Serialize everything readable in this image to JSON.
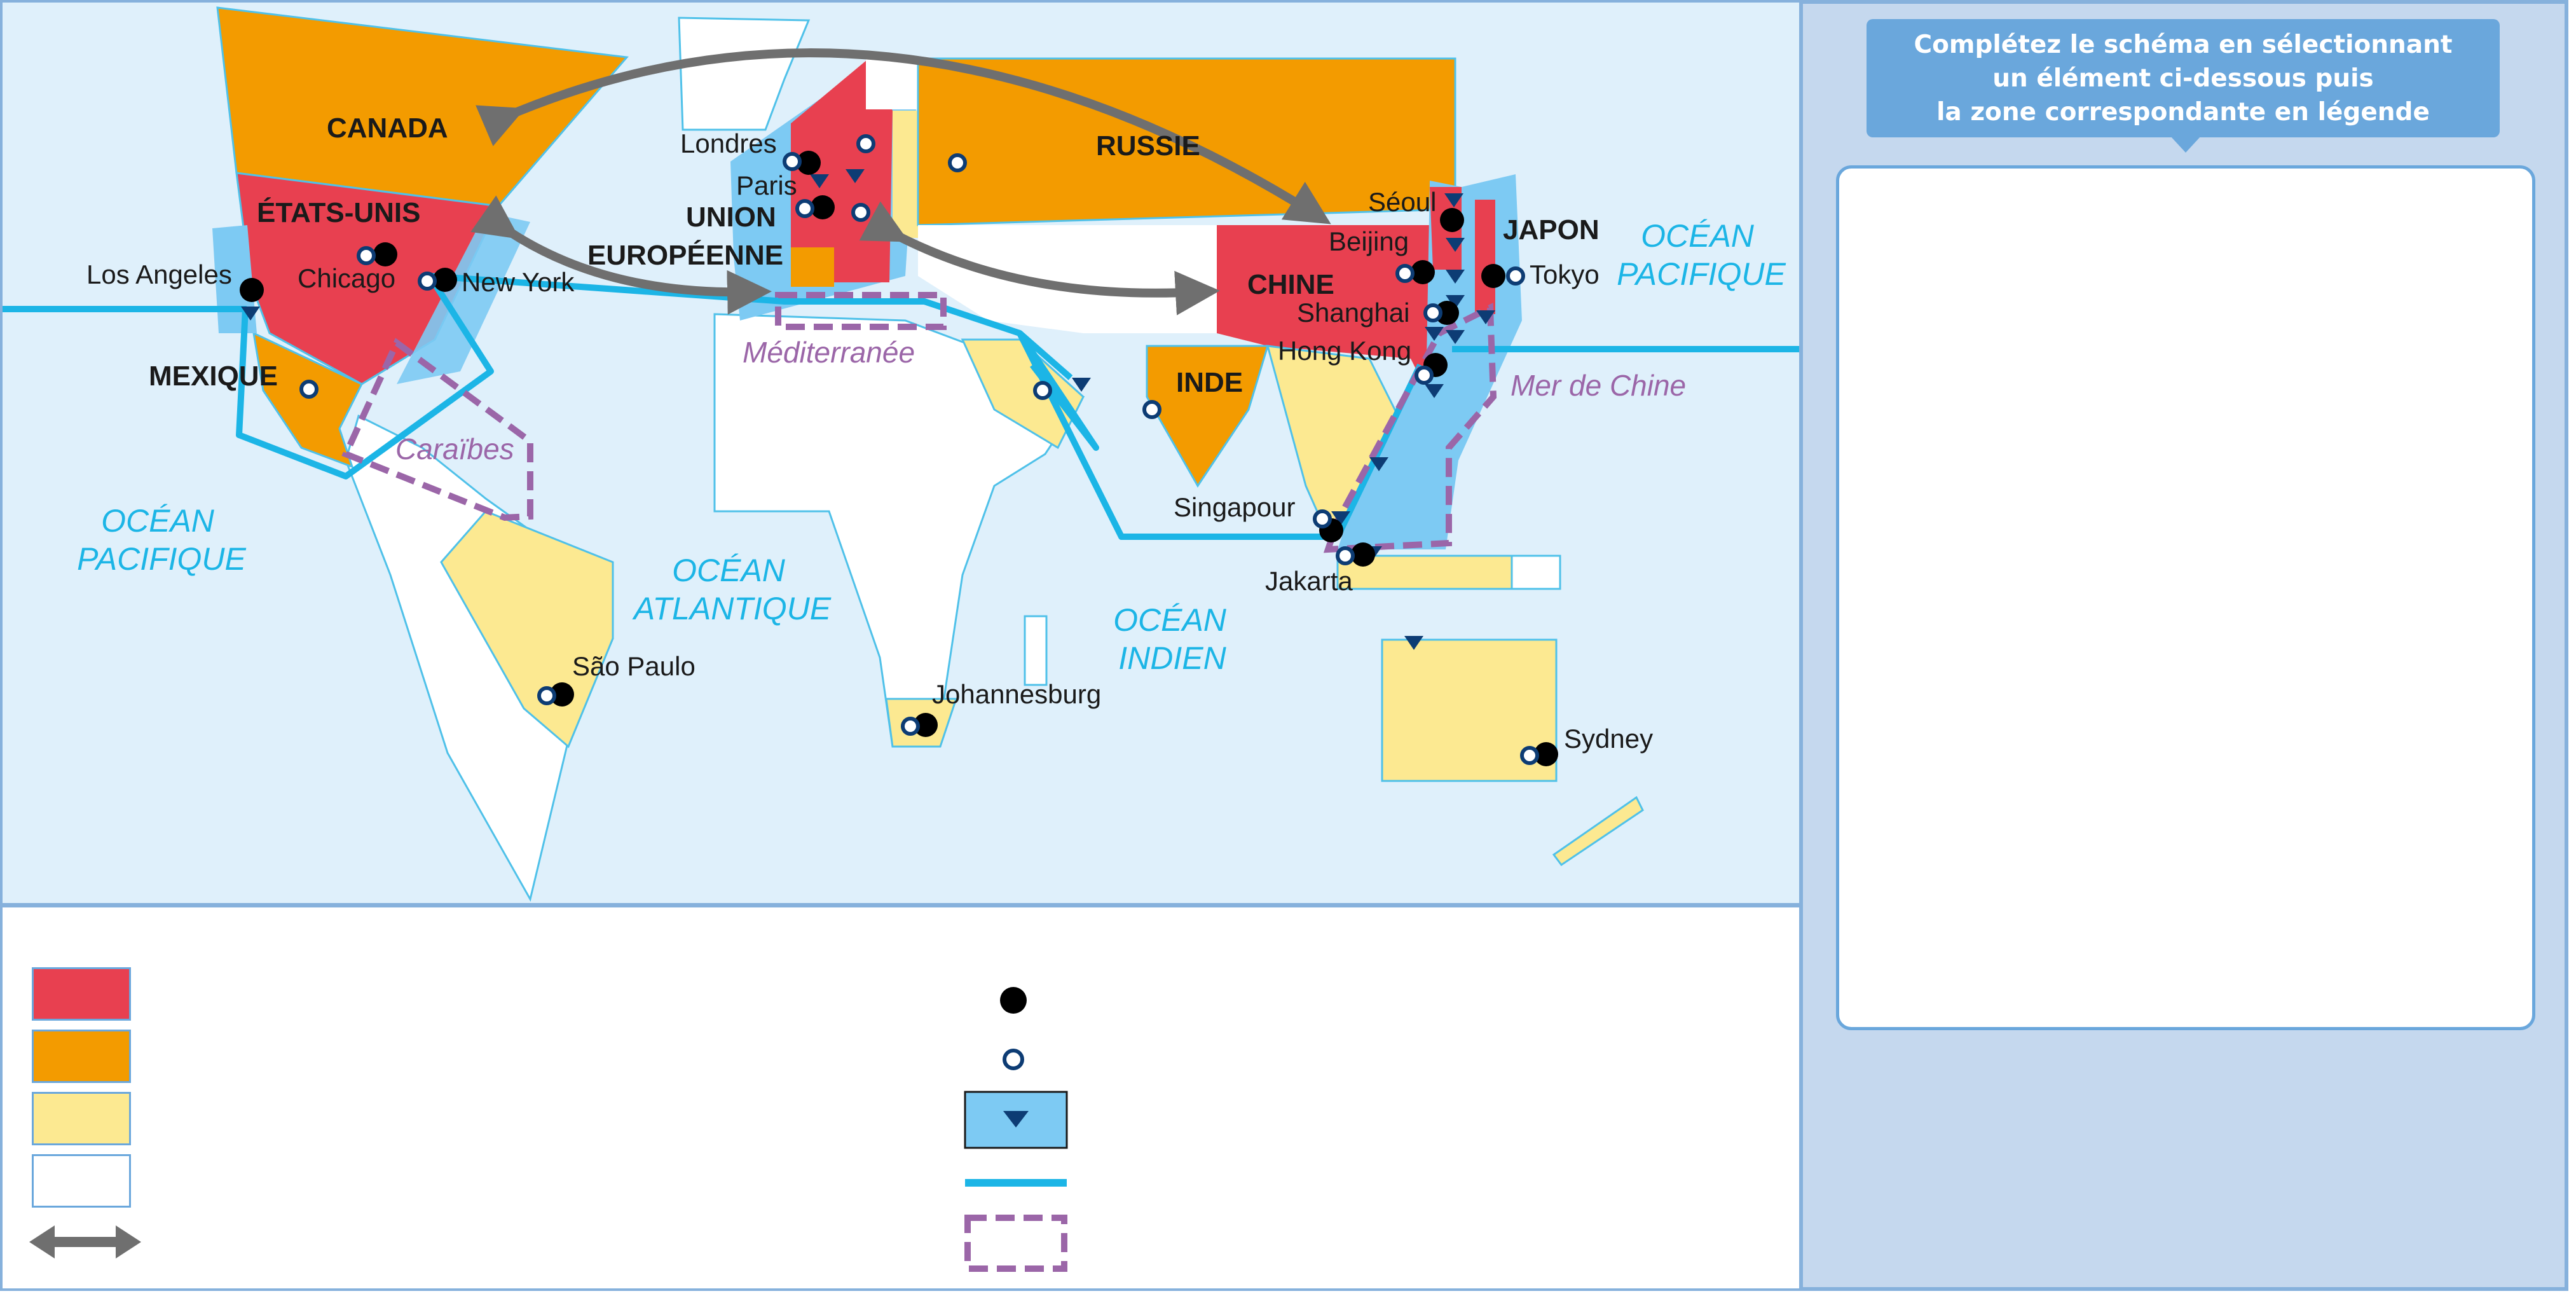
{
  "instruction": {
    "text": "Complétez le schéma en sélectionnant\nun élément ci-dessous puis\nla zone correspondante en légende"
  },
  "colors": {
    "ocean": "#dff0fb",
    "core_red": "#e84050",
    "major_orange": "#f39b00",
    "emerging_yellow": "#fce991",
    "periphery_white": "#ffffff",
    "facade_blue": "#7dcaf3",
    "route_blue": "#1cb5e6",
    "strait_purple": "#9b66a8",
    "flow_grey": "#6f6f6f",
    "port_navy": "#0d3c74"
  },
  "map": {
    "country_labels": {
      "canada": "CANADA",
      "usa": "ÉTATS-UNIS",
      "mexique": "MEXIQUE",
      "ue_line1": "UNION",
      "ue_line2": "EUROPÉENNE",
      "russie": "RUSSIE",
      "chine": "CHINE",
      "japon": "JAPON",
      "inde": "INDE"
    },
    "ocean_labels": {
      "pacific_west_1": "OCÉAN",
      "pacific_west_2": "PACIFIQUE",
      "atlantic_1": "OCÉAN",
      "atlantic_2": "ATLANTIQUE",
      "indian_1": "OCÉAN",
      "indian_2": "INDIEN",
      "pacific_east_1": "OCÉAN",
      "pacific_east_2": "PACIFIQUE"
    },
    "sea_labels": {
      "caraibes": "Caraïbes",
      "mediterranee": "Méditerranée",
      "mer_de_chine": "Mer de Chine"
    },
    "cities": {
      "los_angeles": "Los Angeles",
      "chicago": "Chicago",
      "new_york": "New York",
      "londres": "Londres",
      "paris": "Paris",
      "seoul": "Séoul",
      "beijing": "Beijing",
      "shanghai": "Shanghai",
      "hong_kong": "Hong Kong",
      "tokyo": "Tokyo",
      "singapour": "Singapour",
      "jakarta": "Jakarta",
      "sao_paulo": "São Paulo",
      "johannesburg": "Johannesburg",
      "sydney": "Sydney"
    }
  },
  "legend": {
    "items": [
      {
        "id": "core",
        "icon": "red-rectangle"
      },
      {
        "id": "major",
        "icon": "orange-rectangle"
      },
      {
        "id": "emerging",
        "icon": "yellow-rectangle"
      },
      {
        "id": "periphery",
        "icon": "white-rectangle"
      },
      {
        "id": "flows",
        "icon": "double-arrow"
      },
      {
        "id": "global-city",
        "icon": "black-dot"
      },
      {
        "id": "metropolis",
        "icon": "white-dot"
      },
      {
        "id": "maritime-facade",
        "icon": "blue-rectangle-triangle"
      },
      {
        "id": "maritime-route",
        "icon": "blue-line"
      },
      {
        "id": "strait",
        "icon": "purple-dashed-rectangle"
      }
    ]
  }
}
